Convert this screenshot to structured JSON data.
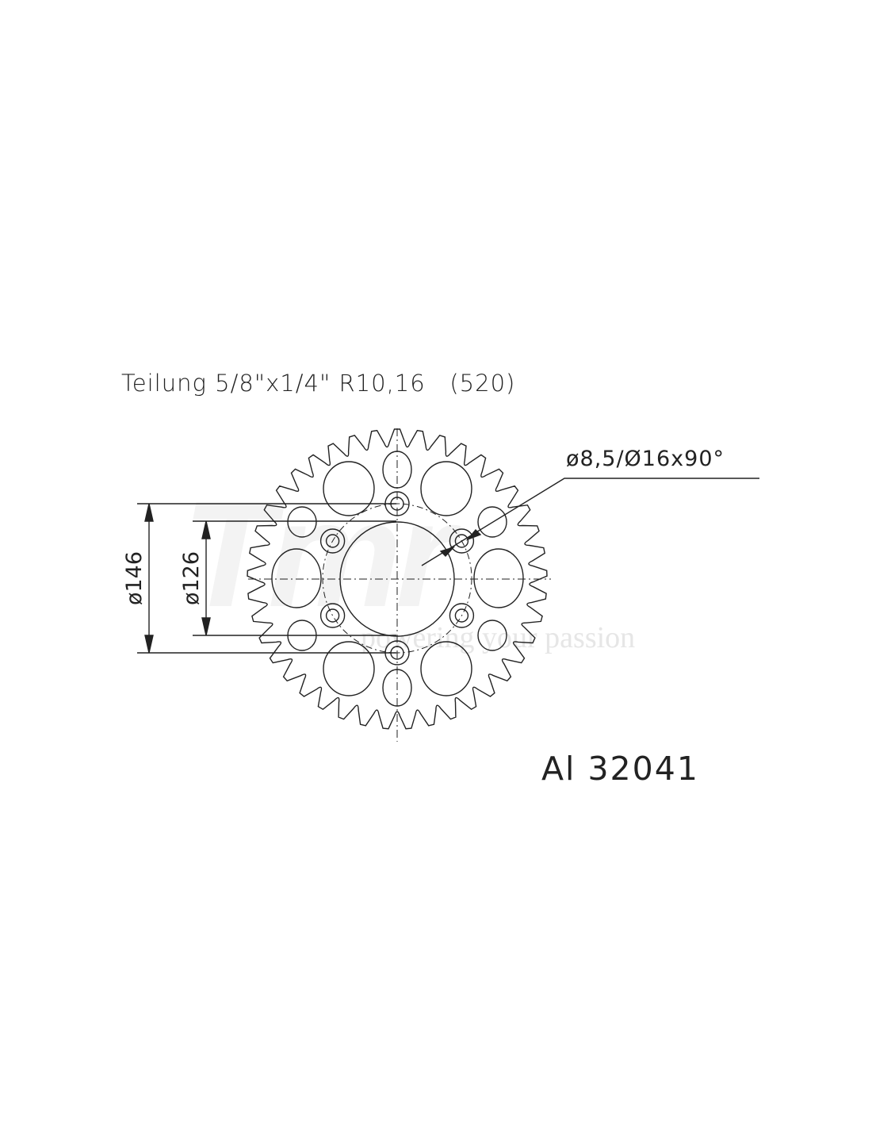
{
  "title": "Teilung 5/8\"x1/4\" R10,16   (520)",
  "part_number": "Al 32041",
  "callout": "ø8,5/Ø16x90°",
  "dimensions": {
    "outer_bolt_circle": "ø146",
    "center_bore": "ø126"
  },
  "sprocket": {
    "teeth": 41,
    "bolt_holes": 6
  },
  "watermark": {
    "logo": "Tmr",
    "slogan": "powering your passion"
  },
  "colors": {
    "line": "#222222",
    "watermark": "#eeeeee"
  }
}
